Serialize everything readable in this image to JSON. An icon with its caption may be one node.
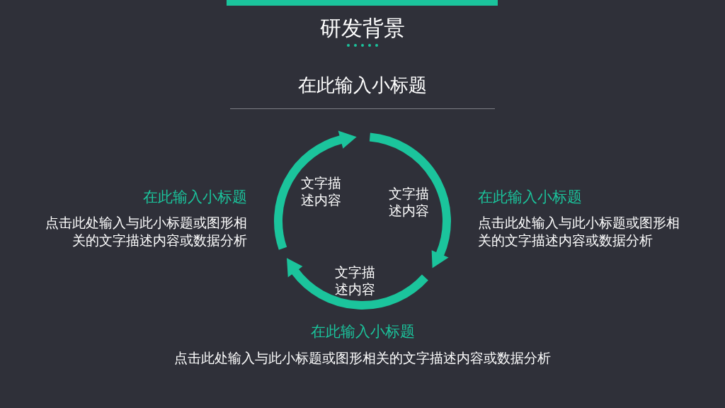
{
  "diagram": {
    "title": "研发背景",
    "labels": [
      "在此输入小标题",
      "在此输入小标题",
      "点击此处输入与此小标题或图形相关的文字描述内容或数据分析",
      "文字描述内容",
      "文字描述内容",
      "文字描述内容",
      "在此输入小标题",
      "点击此处输入与此小标题或图形相关的文字描述内容或数据分析",
      "在此输入小标题",
      "点击此处输入与此小标题或图形相关的文字描述内容或数据分析"
    ]
  }
}
